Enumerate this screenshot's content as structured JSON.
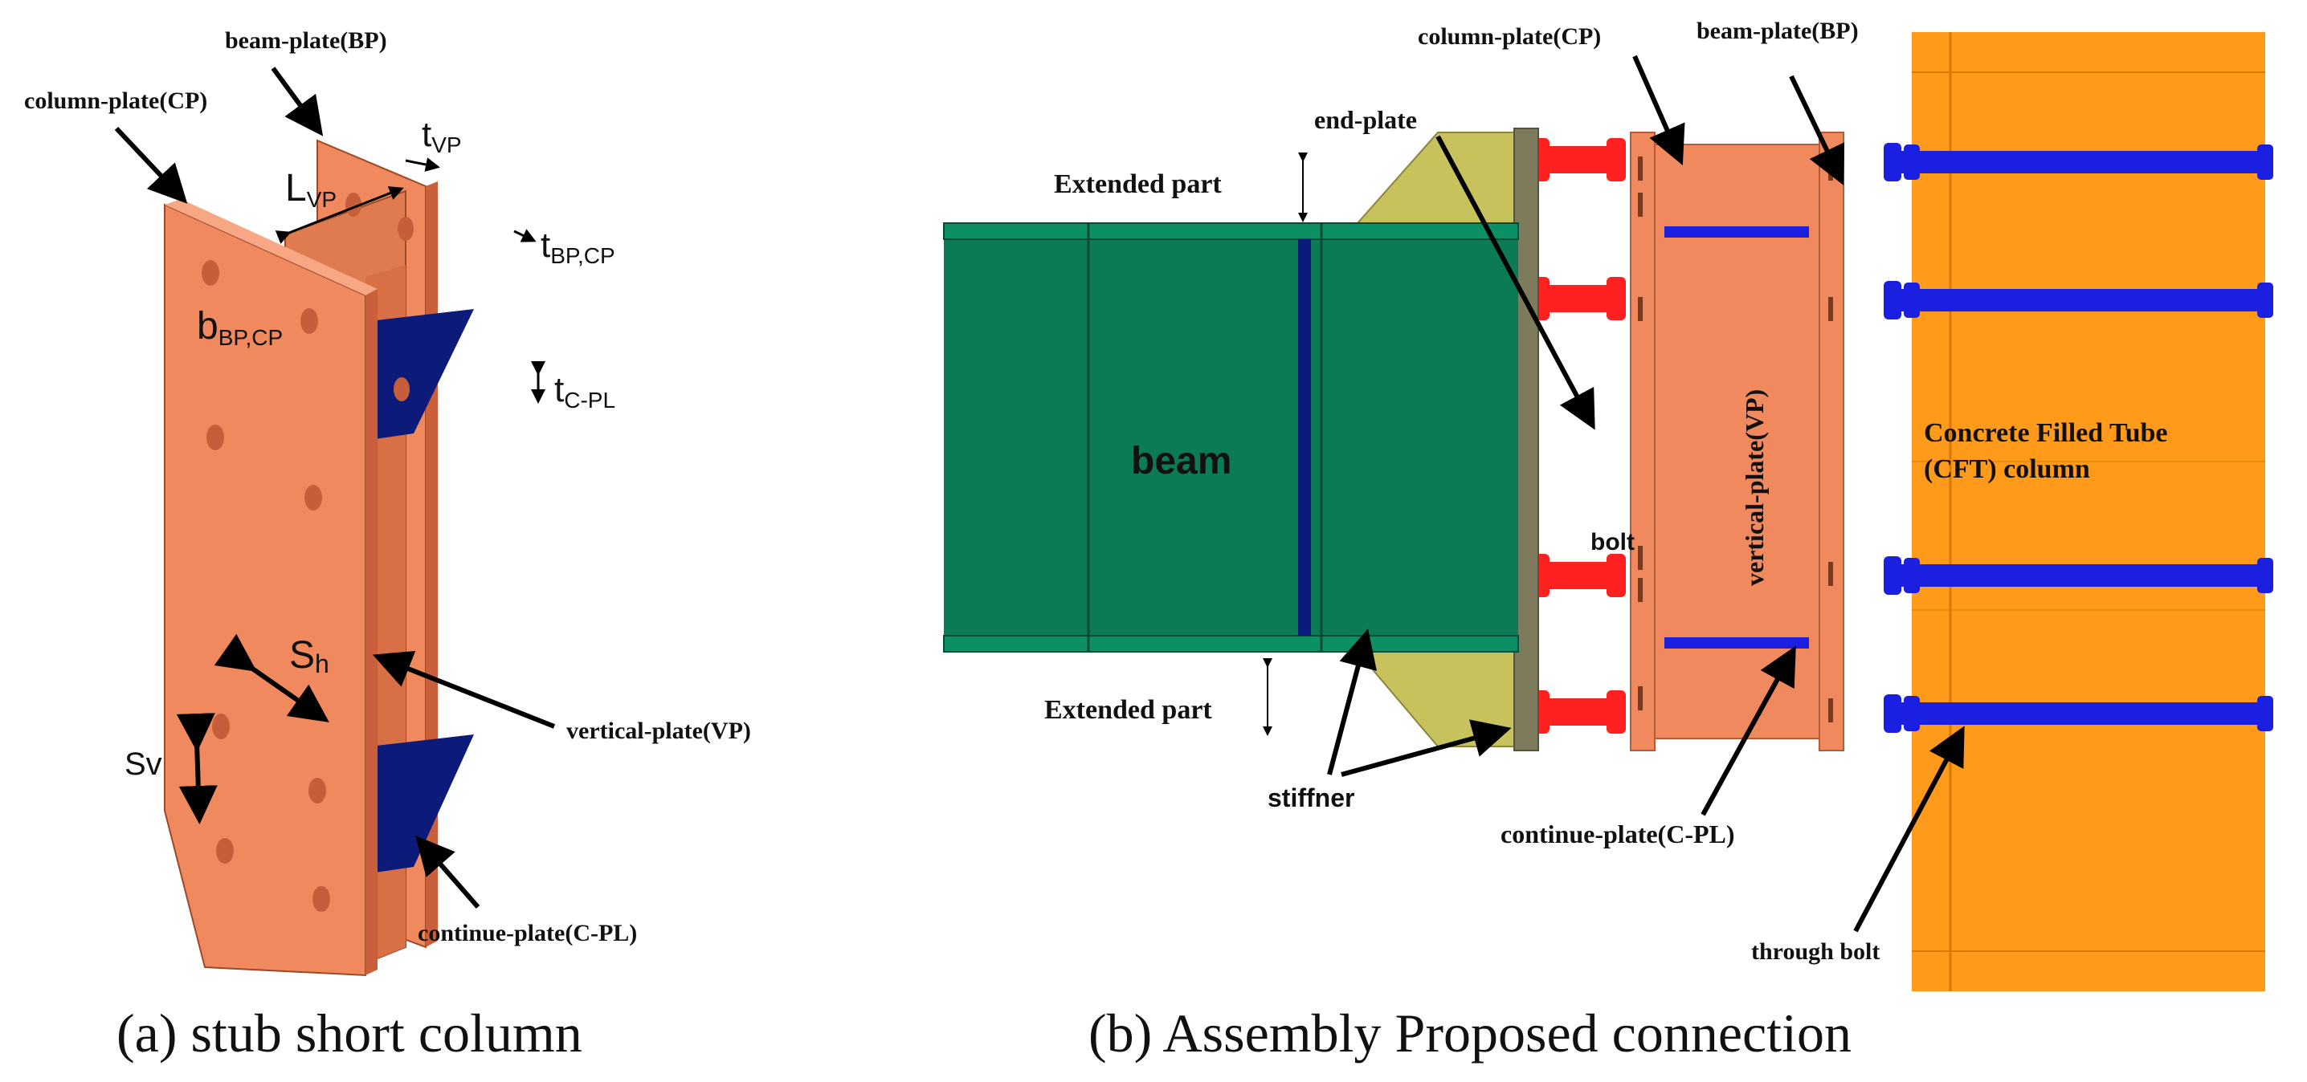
{
  "panel_a": {
    "caption": "(a) stub short column",
    "labels": {
      "beam_plate": "beam-plate(BP)",
      "column_plate": "column-plate(CP)",
      "vertical_plate": "vertical-plate(VP)",
      "continue_plate": "continue-plate(C-PL)"
    },
    "symbols": {
      "t_vp_main": "t",
      "t_vp_sub": "VP",
      "l_vp_main": "L",
      "l_vp_sub": "VP",
      "t_bpcp_main": "t",
      "t_bpcp_sub": "BP,CP",
      "b_bpcp_main": "b",
      "b_bpcp_sub": "BP,CP",
      "t_cpl_main": "t",
      "t_cpl_sub": "C-PL",
      "sh_main": "S",
      "sh_sub": "h",
      "sv": "Sv"
    }
  },
  "panel_b": {
    "caption": "(b) Assembly Proposed connection",
    "labels": {
      "column_plate": "column-plate(CP)",
      "beam_plate": "beam-plate(BP)",
      "end_plate": "end-plate",
      "extended_top": "Extended part",
      "extended_bottom": "Extended part",
      "beam": "beam",
      "bolt": "bolt",
      "vertical_plate": "vertical-plate(VP)",
      "cft_line1": "Concrete Filled Tube",
      "cft_line2": "(CFT) column",
      "stiffner": "stiffner",
      "continue_plate": "continue-plate(C-PL)",
      "through_bolt": "through bolt"
    }
  },
  "colors": {
    "plate": "#f0895e",
    "plate_dark": "#c9603a",
    "continue_plate": "#0c1a7a",
    "beam": "#0b7a57",
    "beam_dark": "#085e43",
    "cft": "#ff9a1a",
    "cft_dark": "#d97a00",
    "bolt_red": "#ff2020",
    "bolt_blue": "#1a1fe0",
    "end_plate": "#7d7b5c",
    "stiffener": "#c8c25c"
  }
}
